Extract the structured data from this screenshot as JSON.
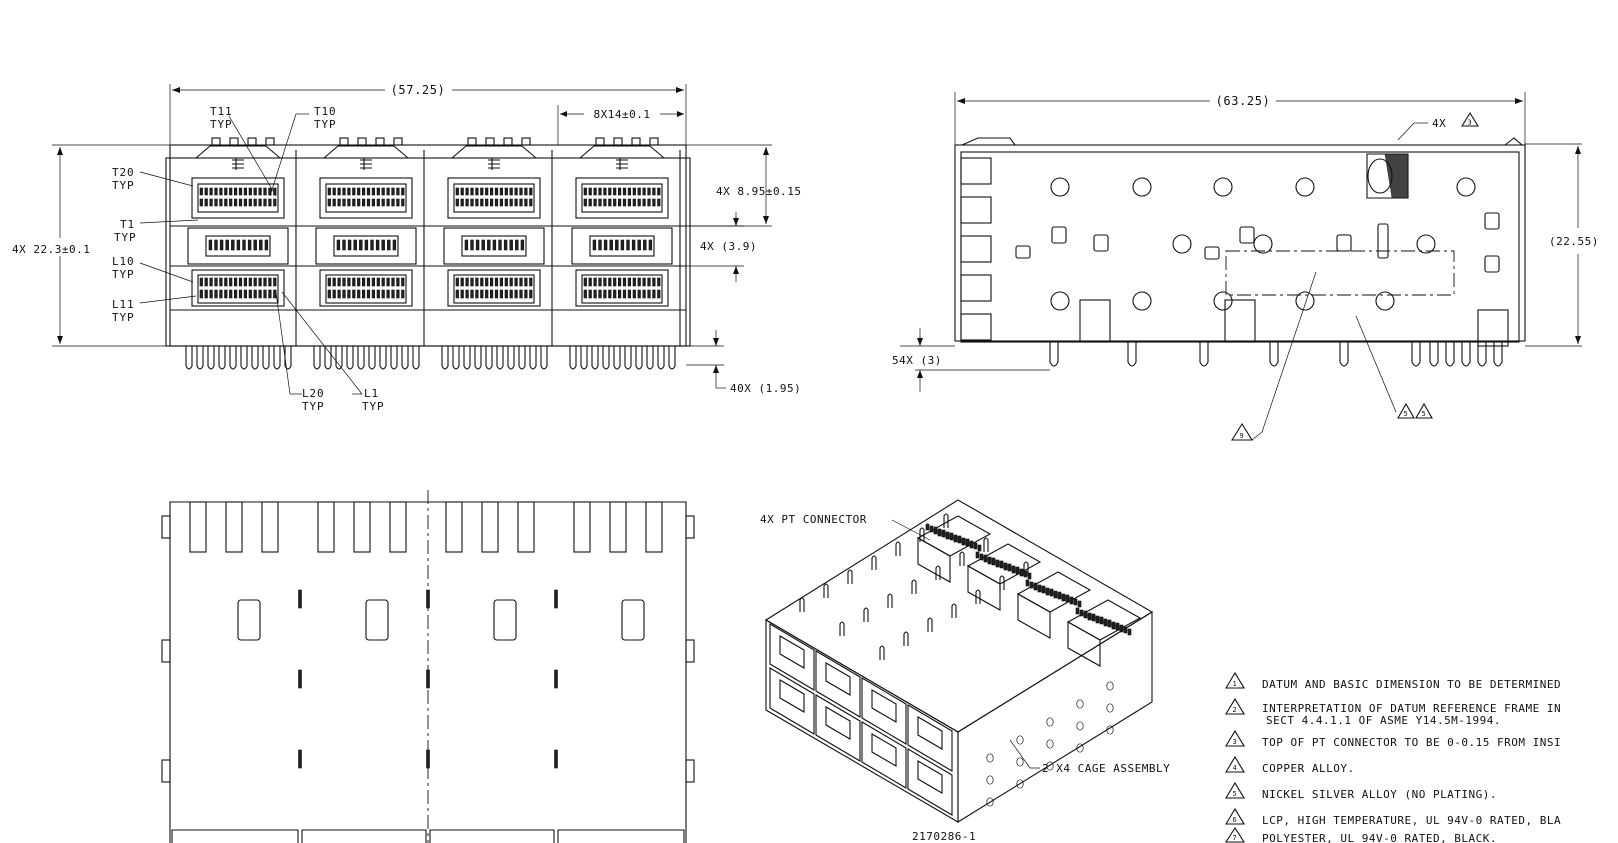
{
  "front_view": {
    "overall_width": "(57.25)",
    "pitch": "8X14±0.1",
    "height": "4X 22.3±0.1",
    "dim_upper": "4X 8.95±0.15",
    "dim_mid": "4X (3.9)",
    "dim_pin": "40X (1.95)",
    "callouts": [
      {
        "id": "T11",
        "label": "T11",
        "sub": "TYP"
      },
      {
        "id": "T10",
        "label": "T10",
        "sub": "TYP"
      },
      {
        "id": "T20",
        "label": "T20",
        "sub": "TYP"
      },
      {
        "id": "T1",
        "label": "T1",
        "sub": "TYP"
      },
      {
        "id": "L10",
        "label": "L10",
        "sub": "TYP"
      },
      {
        "id": "L11",
        "label": "L11",
        "sub": "TYP"
      },
      {
        "id": "L20",
        "label": "L20",
        "sub": "TYP"
      },
      {
        "id": "L1",
        "label": "L1",
        "sub": "TYP"
      }
    ]
  },
  "side_view": {
    "overall_width": "(63.25)",
    "height": "(22.55)",
    "pin_dim": "54X (3)",
    "note_ref_top": "4X",
    "tri_top": "3",
    "tri_bottom_left": "9",
    "tri_pair": [
      "5",
      "5"
    ]
  },
  "iso_view": {
    "label_connector": "4X PT CONNECTOR",
    "label_cage": "2 X4 CAGE ASSEMBLY",
    "part_number": "2170286-1"
  },
  "notes": [
    {
      "num": "1",
      "text": "DATUM AND BASIC DIMENSION TO BE DETERMINED"
    },
    {
      "num": "2",
      "text": "INTERPRETATION OF DATUM REFERENCE FRAME IN",
      "text2": "SECT 4.4.1.1 OF ASME Y14.5M-1994."
    },
    {
      "num": "3",
      "text": "TOP OF PT CONNECTOR TO BE 0-0.15 FROM INSI"
    },
    {
      "num": "4",
      "text": "COPPER ALLOY."
    },
    {
      "num": "5",
      "text": "NICKEL SILVER ALLOY (NO PLATING)."
    },
    {
      "num": "6",
      "text": "LCP, HIGH TEMPERATURE, UL 94V-0 RATED, BLA"
    },
    {
      "num": "7",
      "text": "POLYESTER, UL 94V-0 RATED, BLACK."
    }
  ]
}
